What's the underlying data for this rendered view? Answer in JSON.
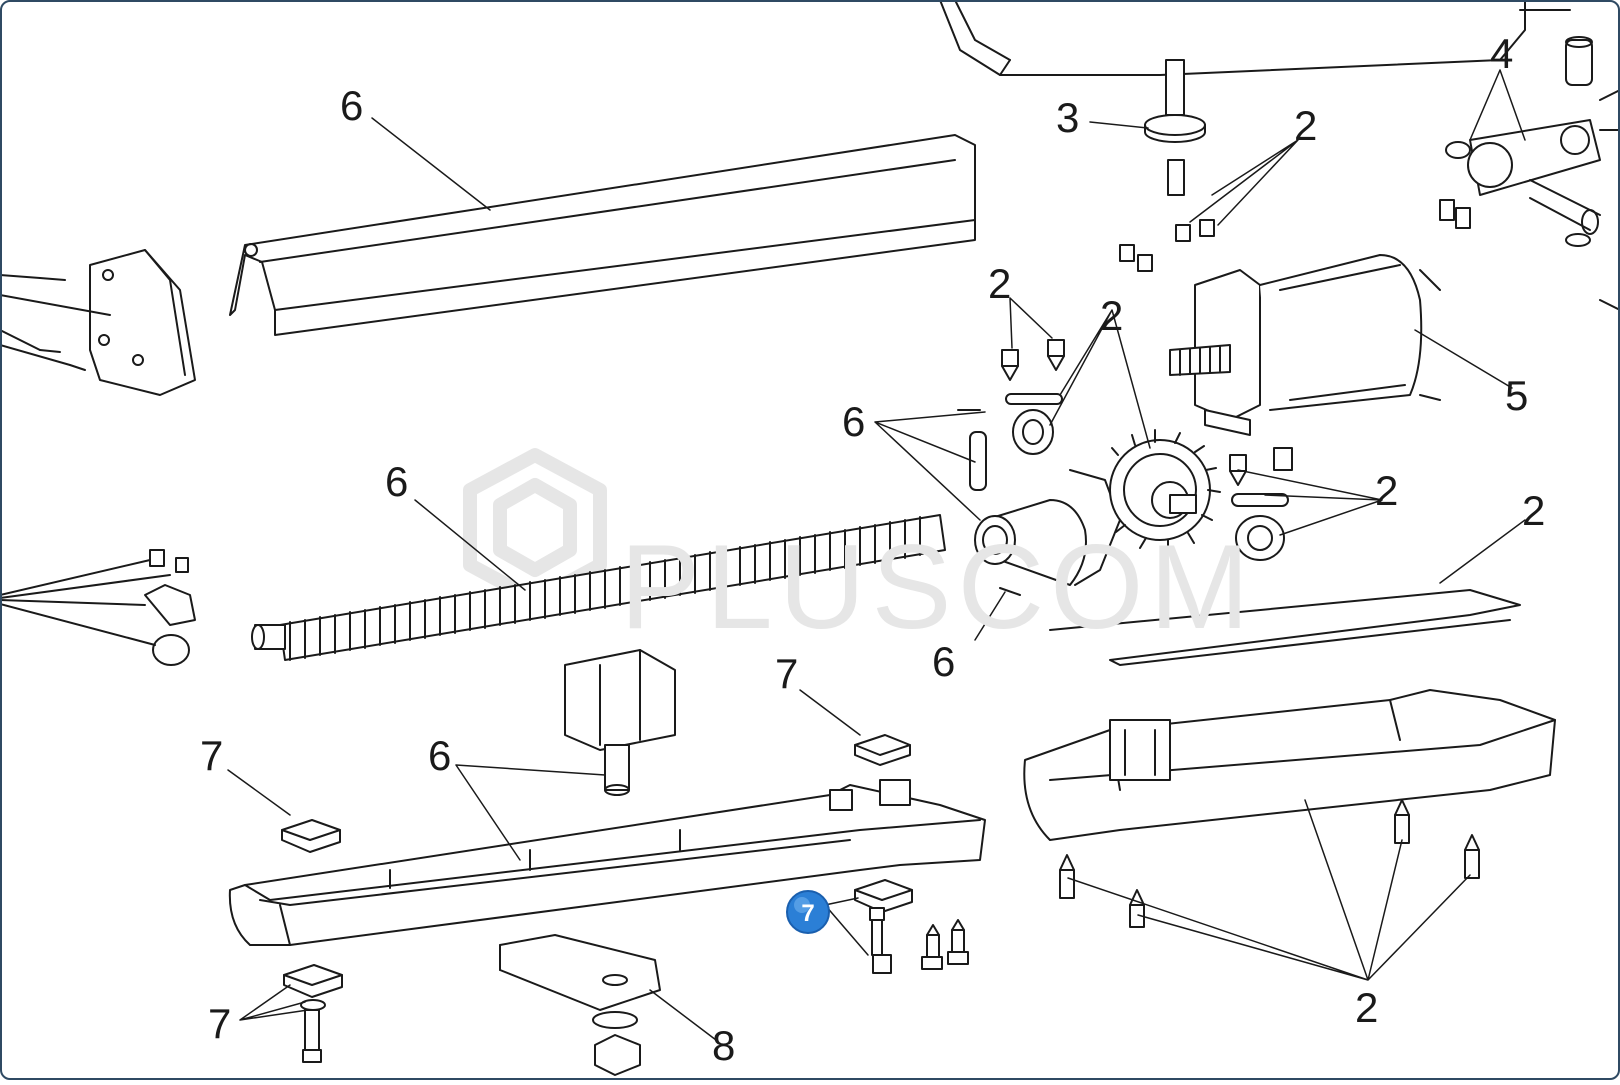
{
  "watermark": "PLUSCOM",
  "colors": {
    "line": "#1a1a1a",
    "part_fill": "#ffffff",
    "watermark": "#e6e6e6",
    "badge": "#2b7fd6",
    "frame": "#2f4a63"
  },
  "callouts": {
    "c1": "6",
    "c2": "3",
    "c3": "2",
    "c4": "4",
    "c5": "2",
    "c6": "2",
    "c7": "5",
    "c8": "6",
    "c9": "6",
    "c10": "2",
    "c11": "2",
    "c12": "6",
    "c13": "7",
    "c14": "7",
    "c15": "6",
    "c16": "7",
    "c17": "8",
    "c18": "2"
  },
  "selected_badge": "7"
}
